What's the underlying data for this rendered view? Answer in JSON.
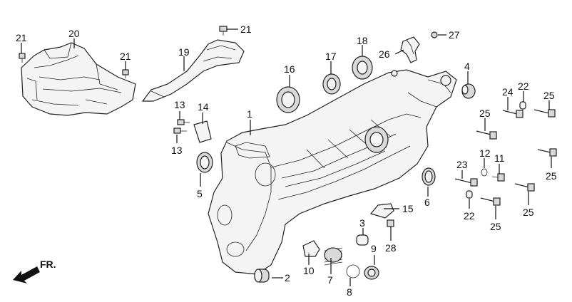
{
  "diagram": {
    "direction_label": "FR.",
    "callouts": [
      {
        "id": "c1",
        "text": "1"
      },
      {
        "id": "c2",
        "text": "2"
      },
      {
        "id": "c3",
        "text": "3"
      },
      {
        "id": "c4",
        "text": "4"
      },
      {
        "id": "c5",
        "text": "5"
      },
      {
        "id": "c6",
        "text": "6"
      },
      {
        "id": "c7",
        "text": "7"
      },
      {
        "id": "c8",
        "text": "8"
      },
      {
        "id": "c9",
        "text": "9"
      },
      {
        "id": "c10",
        "text": "10"
      },
      {
        "id": "c11",
        "text": "11"
      },
      {
        "id": "c12",
        "text": "12"
      },
      {
        "id": "c13a",
        "text": "13"
      },
      {
        "id": "c13b",
        "text": "13"
      },
      {
        "id": "c14",
        "text": "14"
      },
      {
        "id": "c15",
        "text": "15"
      },
      {
        "id": "c16",
        "text": "16"
      },
      {
        "id": "c17",
        "text": "17"
      },
      {
        "id": "c18",
        "text": "18"
      },
      {
        "id": "c19",
        "text": "19"
      },
      {
        "id": "c20",
        "text": "20"
      },
      {
        "id": "c21a",
        "text": "21"
      },
      {
        "id": "c21b",
        "text": "21"
      },
      {
        "id": "c21c",
        "text": "21"
      },
      {
        "id": "c22a",
        "text": "22"
      },
      {
        "id": "c22b",
        "text": "22"
      },
      {
        "id": "c23",
        "text": "23"
      },
      {
        "id": "c24",
        "text": "24"
      },
      {
        "id": "c25a",
        "text": "25"
      },
      {
        "id": "c25b",
        "text": "25"
      },
      {
        "id": "c25c",
        "text": "25"
      },
      {
        "id": "c25d",
        "text": "25"
      },
      {
        "id": "c25e",
        "text": "25"
      },
      {
        "id": "c26",
        "text": "26"
      },
      {
        "id": "c27",
        "text": "27"
      },
      {
        "id": "c28",
        "text": "28"
      }
    ]
  }
}
